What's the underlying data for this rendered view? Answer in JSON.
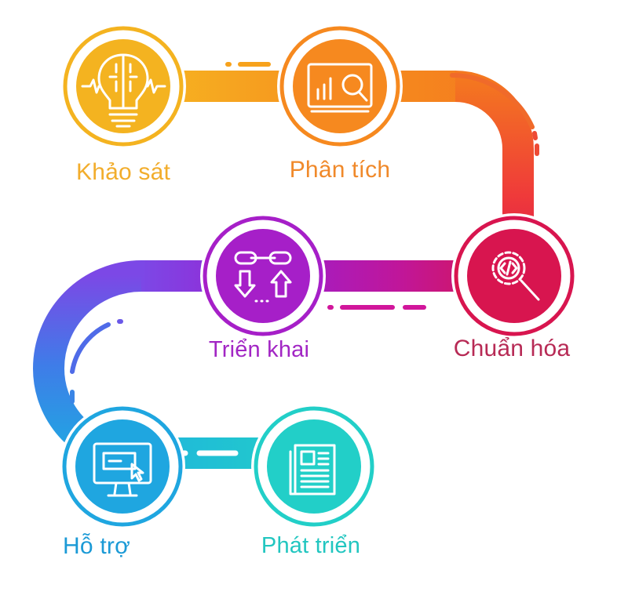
{
  "steps": [
    {
      "id": "khao-sat",
      "label": "Khảo sát",
      "color": "#f4b320",
      "icon": "lightbulb-brain-icon"
    },
    {
      "id": "phan-tich",
      "label": "Phân tích",
      "color": "#f6891f",
      "icon": "analytics-monitor-icon"
    },
    {
      "id": "chuan-hoa",
      "label": "Chuẩn hóa",
      "color": "#d8154f",
      "icon": "code-search-gear-icon"
    },
    {
      "id": "trien-khai",
      "label": "Triển khai",
      "color": "#a61fc8",
      "icon": "link-transfer-icon"
    },
    {
      "id": "ho-tro",
      "label": "Hỗ trợ",
      "color": "#1fa6e0",
      "icon": "monitor-cursor-icon"
    },
    {
      "id": "phat-trien",
      "label": "Phát triển",
      "color": "#22cfc8",
      "icon": "newspaper-icon"
    }
  ],
  "label_colors": {
    "khao-sat": "#f2ad2c",
    "phan-tich": "#f0892a",
    "chuan-hoa": "#b72a55",
    "trien-khai": "#a226c4",
    "ho-tro": "#1b9ad6",
    "phat-trien": "#22c6c0"
  }
}
